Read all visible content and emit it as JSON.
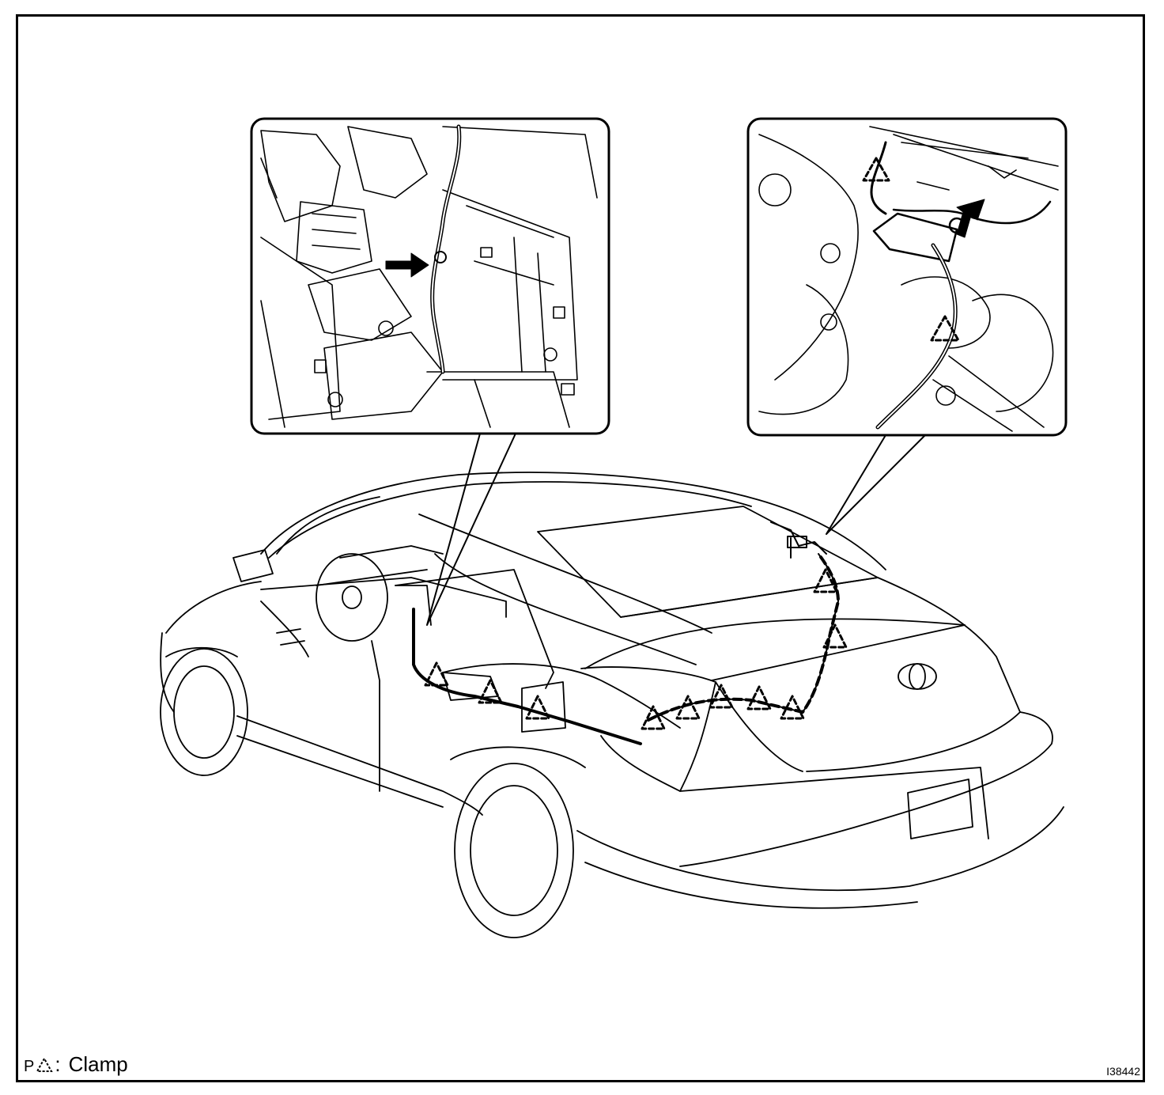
{
  "legend": {
    "prefix": "P",
    "symbol_name": "clamp-triangle-icon",
    "separator": ":",
    "label": "Clamp"
  },
  "figure_id": "I38442",
  "colors": {
    "line": "#000000",
    "background": "#ffffff"
  }
}
